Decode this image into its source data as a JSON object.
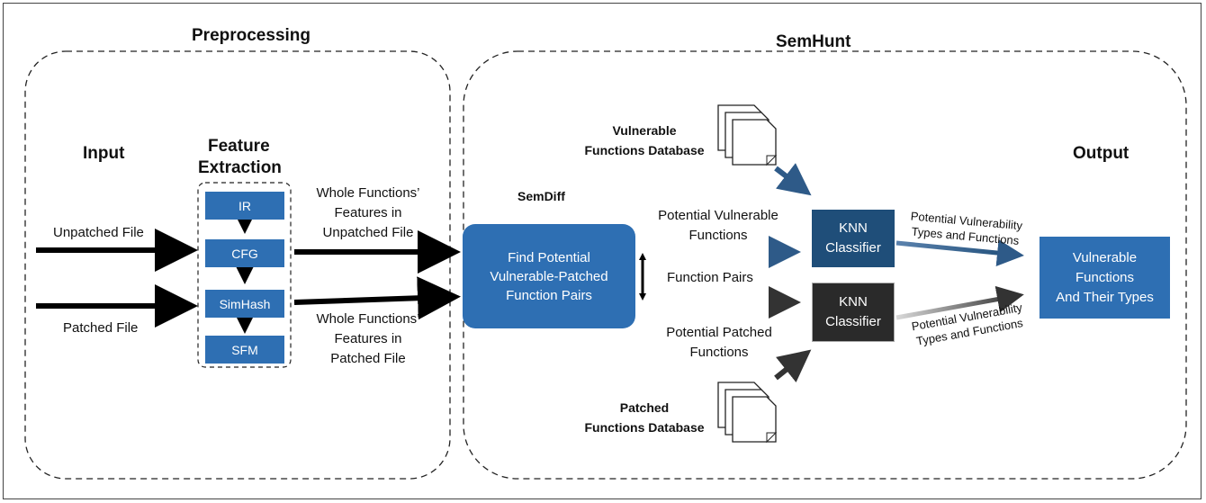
{
  "sections": {
    "preprocessing": "Preprocessing",
    "semhunt": "SemHunt"
  },
  "input": {
    "title": "Input",
    "unpatched": "Unpatched File",
    "patched": "Patched File"
  },
  "feature_extraction": {
    "title_line1": "Feature",
    "title_line2": "Extraction",
    "steps": [
      "IR",
      "CFG",
      "SimHash",
      "SFM"
    ]
  },
  "features_out": {
    "unpatched": [
      "Whole Functions’",
      "Features in",
      "Unpatched File"
    ],
    "patched": [
      "Whole Functions’",
      "Features in",
      "Patched File"
    ]
  },
  "semdiff": {
    "title": "SemDiff",
    "box": [
      "Find Potential",
      "Vulnerable-Patched",
      "Function Pairs"
    ]
  },
  "flows": {
    "potential_vulnerable": [
      "Potential Vulnerable",
      "Functions"
    ],
    "function_pairs": "Function  Pairs",
    "potential_patched": [
      "Potential Patched",
      "Functions"
    ]
  },
  "databases": {
    "vulnerable": [
      "Vulnerable",
      "Functions Database"
    ],
    "patched": [
      "Patched",
      "Functions Database"
    ]
  },
  "classifiers": {
    "top": [
      "KNN",
      "Classifier"
    ],
    "bottom": [
      "KNN",
      "Classifier"
    ],
    "top_output": [
      "Potential Vulnerability",
      "Types and Functions"
    ],
    "bottom_output": [
      "Potential Vulnerability",
      "Types and Functions"
    ]
  },
  "output": {
    "title": "Output",
    "box": [
      "Vulnerable",
      "Functions",
      "And Their Types"
    ]
  },
  "colors": {
    "blue": "#2e6fb3",
    "dark_blue": "#1f4e79",
    "dark_gray": "#2a2a2a"
  }
}
